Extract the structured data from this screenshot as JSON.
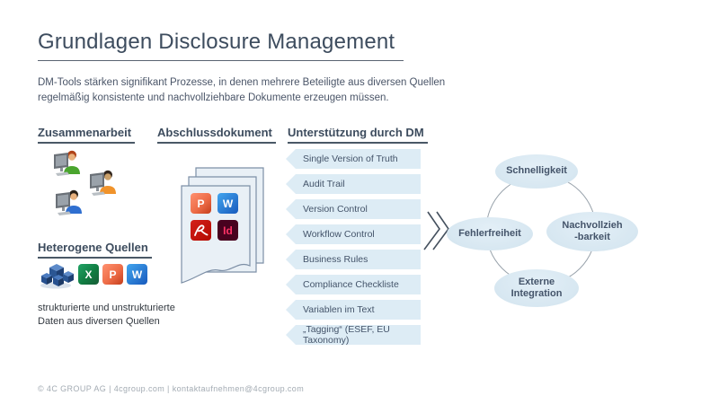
{
  "slide": {
    "title": "Grundlagen Disclosure Management",
    "subtitle": "DM-Tools stärken signifikant Prozesse, in denen mehrere Beteiligte aus diversen Quellen\nregelmäßig konsistente und nachvollziehbare Dokumente erzeugen müssen.",
    "footer": "© 4C GROUP AG   |   4cgroup.com   |   kontaktaufnehmen@4cgroup.com"
  },
  "collaboration": {
    "header": "Zusammenarbeit"
  },
  "finaldoc": {
    "header": "Abschlussdokument",
    "icons": {
      "powerpoint": "P",
      "word": "W",
      "indesign": "Id"
    }
  },
  "dm": {
    "header": "Unterstützung durch DM",
    "items": [
      "Single Version of Truth",
      "Audit Trail",
      "Version Control",
      "Workflow Control",
      "Business Rules",
      "Compliance Checkliste",
      "Variablen im Text",
      "„Tagging“ (ESEF, EU Taxonomy)"
    ]
  },
  "sources": {
    "header": "Heterogene Quellen",
    "caption": "strukturierte  und unstrukturierte\nDaten aus diversen Quellen",
    "icons": {
      "excel": "X",
      "powerpoint": "P",
      "word": "W"
    }
  },
  "cycle": {
    "top": "Schnelligkeit",
    "left": "Fehlerfreiheit",
    "right": "Nachvollzieh\n-barkeit",
    "bottom": "Externe\nIntegration"
  },
  "colors": {
    "slate_text": "#44546a",
    "item_bg": "#ddecf5",
    "ellipse_bg": "#d7e7f1",
    "page_bg": "#e9f0f6",
    "page_border": "#7d8fa6"
  }
}
